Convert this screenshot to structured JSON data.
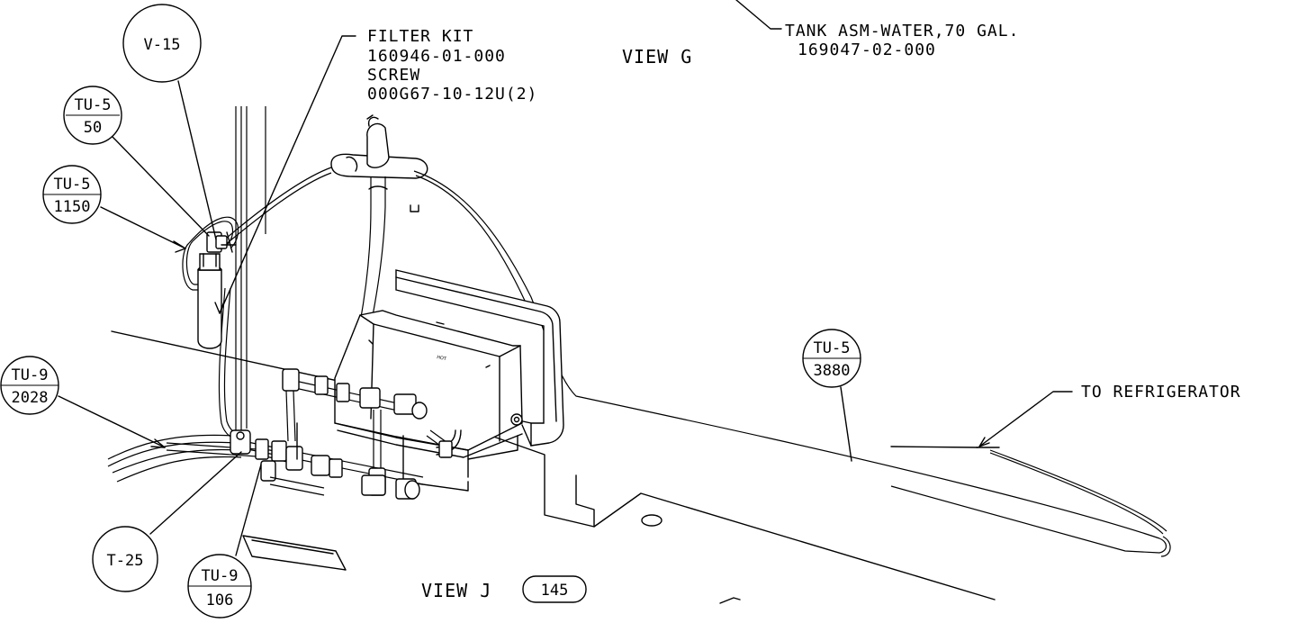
{
  "labels": {
    "tank_line1": "TANK ASM-WATER,70 GAL.",
    "tank_line2": "169047-02-000",
    "filter_line1": "FILTER KIT",
    "filter_line2": "160946-01-000",
    "filter_line3": "SCREW",
    "filter_line4": "000G67-10-12U(2)",
    "view_g": "VIEW G",
    "to_refrigerator": "TO REFRIGERATOR",
    "view_j": "VIEW J",
    "view_j_ref": "145"
  },
  "bubbles": {
    "v15": "V-15",
    "tu5_50_top": "TU-5",
    "tu5_50_bottom": "50",
    "tu5_1150_top": "TU-5",
    "tu5_1150_bottom": "1150",
    "tu9_2028_top": "TU-9",
    "tu9_2028_bottom": "2028",
    "tu5_3880_top": "TU-5",
    "tu5_3880_bottom": "3880",
    "t25": "T-25",
    "tu9_106_top": "TU-9",
    "tu9_106_bottom": "106"
  },
  "markings": {
    "hot": "HOT"
  }
}
